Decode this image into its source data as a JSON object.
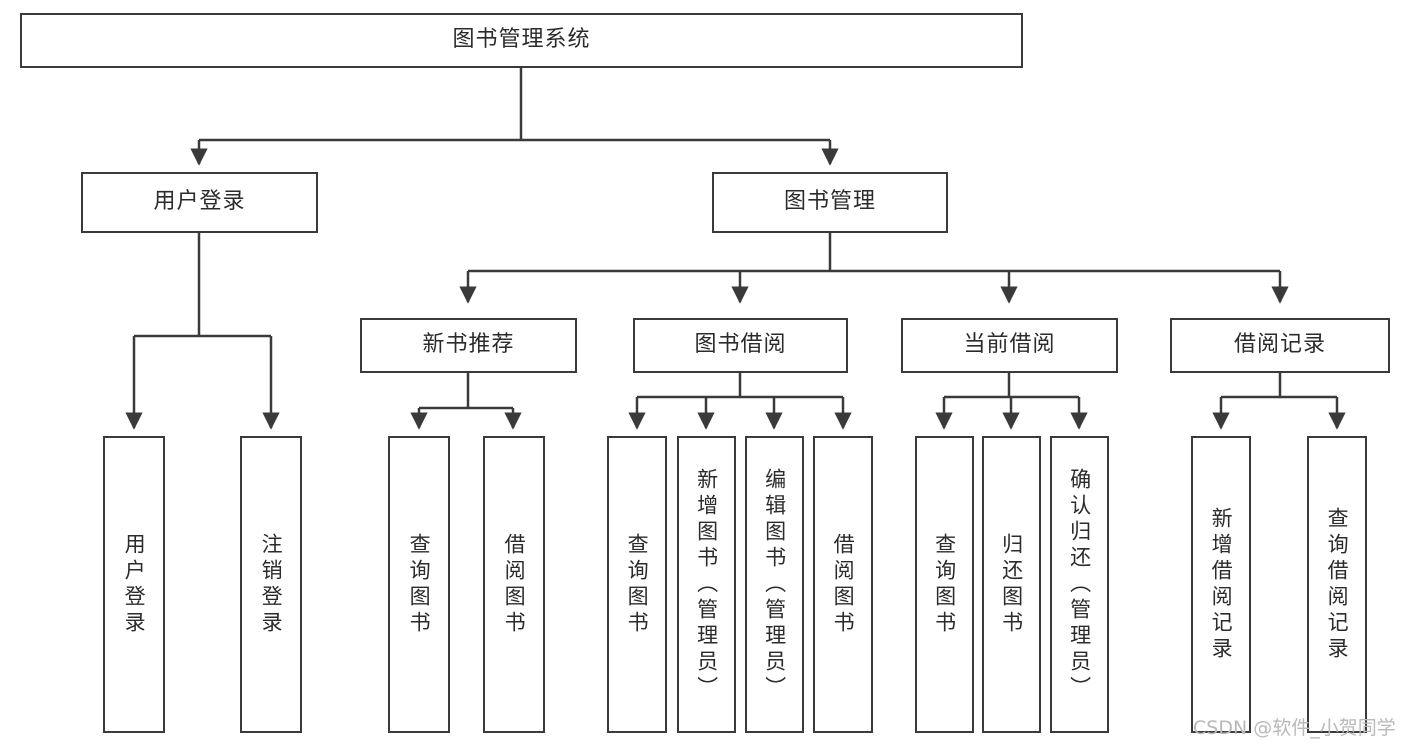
{
  "diagram": {
    "title": "图书管理系统",
    "watermark": "CSDN @软件_小贺同学",
    "colors": {
      "stroke": "#3a3a3a",
      "text": "#2b2b2b",
      "background": "#ffffff",
      "watermark": "#b9b9b9"
    },
    "root": {
      "label": "图书管理系统"
    },
    "level1": [
      {
        "label": "用户登录"
      },
      {
        "label": "图书管理"
      }
    ],
    "level2": [
      {
        "label": "新书推荐"
      },
      {
        "label": "图书借阅"
      },
      {
        "label": "当前借阅"
      },
      {
        "label": "借阅记录"
      }
    ],
    "leaves": {
      "user_login": [
        {
          "label": "用户登录"
        },
        {
          "label": "注销登录"
        }
      ],
      "new_book_recommend": [
        {
          "label": "查询图书"
        },
        {
          "label": "借阅图书"
        }
      ],
      "book_borrow": [
        {
          "label": "查询图书"
        },
        {
          "label": "新增图书（管理员）"
        },
        {
          "label": "编辑图书（管理员）"
        },
        {
          "label": "借阅图书"
        }
      ],
      "current_borrow": [
        {
          "label": "查询图书"
        },
        {
          "label": "归还图书"
        },
        {
          "label": "确认归还（管理员）"
        }
      ],
      "borrow_record": [
        {
          "label": "新增借阅记录"
        },
        {
          "label": "查询借阅记录"
        }
      ]
    }
  }
}
